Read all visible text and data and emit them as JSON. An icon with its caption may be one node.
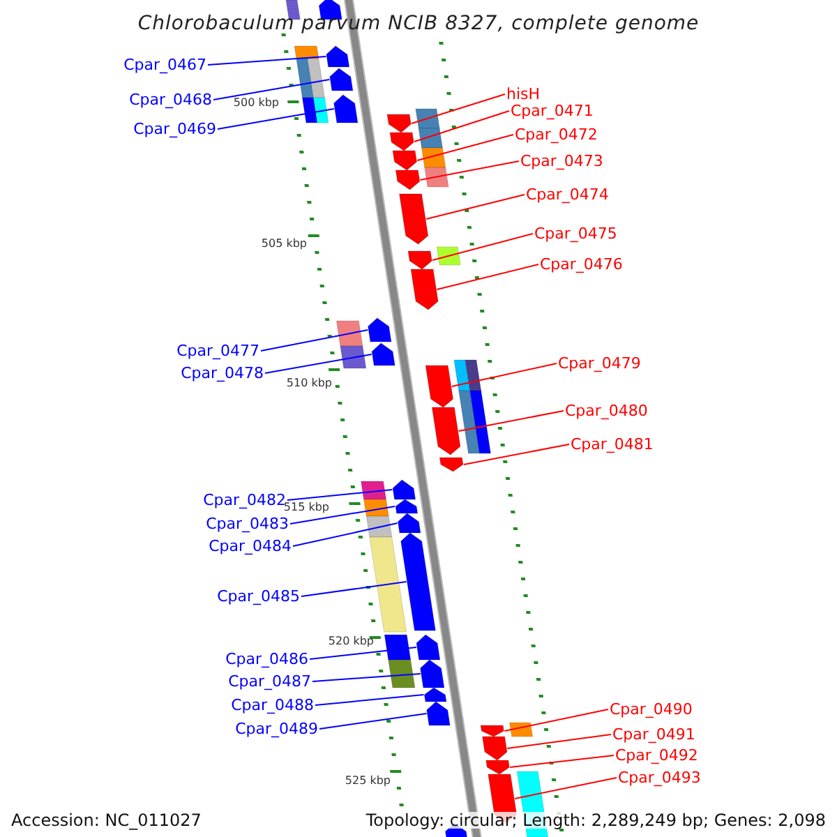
{
  "diagram": {
    "title": "Chlorobaculum parvum NCIB 8327, complete genome",
    "nodes": [
      {
        "text": [
          "Cpar_0467"
        ]
      },
      {
        "text": [
          "Cpar_0468"
        ]
      },
      {
        "text": [
          "Cpar_0469"
        ]
      },
      {
        "text": [
          "hisH"
        ]
      },
      {
        "text": [
          "Cpar_0471"
        ]
      },
      {
        "text": [
          "Cpar_0472"
        ]
      },
      {
        "text": [
          "Cpar_0473"
        ]
      },
      {
        "text": [
          "Cpar_0474"
        ]
      },
      {
        "text": [
          "Cpar_0475"
        ]
      },
      {
        "text": [
          "Cpar_0476"
        ]
      },
      {
        "text": [
          "Cpar_0477"
        ]
      },
      {
        "text": [
          "Cpar_0478"
        ]
      },
      {
        "text": [
          "Cpar_0479"
        ]
      },
      {
        "text": [
          "Cpar_0480"
        ]
      },
      {
        "text": [
          "Cpar_0481"
        ]
      },
      {
        "text": [
          "Cpar_0482"
        ]
      },
      {
        "text": [
          "Cpar_0483"
        ]
      },
      {
        "text": [
          "Cpar_0484"
        ]
      },
      {
        "text": [
          "Cpar_0485"
        ]
      },
      {
        "text": [
          "Cpar_0486"
        ]
      },
      {
        "text": [
          "Cpar_0487"
        ]
      },
      {
        "text": [
          "Cpar_0488"
        ]
      },
      {
        "text": [
          "Cpar_0489"
        ]
      },
      {
        "text": [
          "Cpar_0490"
        ]
      },
      {
        "text": [
          "Cpar_0491"
        ]
      },
      {
        "text": [
          "Cpar_0492"
        ]
      },
      {
        "text": [
          "Cpar_0493"
        ]
      },
      {
        "text": [],
        "shape": "pentagon"
      },
      {
        "text": [],
        "shape": "pentagon"
      },
      {
        "text": [],
        "shape": "pentagon"
      },
      {
        "text": [],
        "shape": "pentagon"
      },
      {
        "text": [],
        "shape": "pentagon"
      },
      {
        "text": [],
        "shape": "pentagon"
      },
      {
        "text": [],
        "shape": "pentagon"
      },
      {
        "text": [],
        "shape": "pentagon"
      },
      {
        "text": [],
        "shape": "pentagon"
      },
      {
        "text": [],
        "shape": "pentagon"
      },
      {
        "text": [],
        "shape": "pentagon"
      },
      {
        "text": [],
        "shape": "pentagon"
      },
      {
        "text": [],
        "shape": "pentagon"
      },
      {
        "text": [],
        "shape": "pentagon"
      },
      {
        "text": [],
        "shape": "pentagon"
      },
      {
        "text": [],
        "shape": "pentagon"
      },
      {
        "text": [],
        "shape": "pentagon"
      },
      {
        "text": [],
        "shape": "pentagon"
      },
      {
        "text": [],
        "shape": "pentagon"
      },
      {
        "text": [],
        "shape": "pentagon"
      },
      {
        "text": [],
        "shape": "pentagon"
      },
      {
        "text": [],
        "shape": "pentagon"
      },
      {
        "text": [],
        "shape": "pentagon"
      },
      {
        "text": [],
        "shape": "pentagon"
      },
      {
        "text": [],
        "shape": "pentagon"
      },
      {
        "text": [],
        "shape": "pentagon"
      },
      {
        "text": [],
        "shape": "pentagon"
      }
    ],
    "edges": [
      {
        "from": 0,
        "to": 27,
        "arrow": "none",
        "color": "#0000ff"
      },
      {
        "from": 1,
        "to": 28,
        "arrow": "none",
        "color": "#0000ff"
      },
      {
        "from": 2,
        "to": 29,
        "arrow": "none",
        "color": "#0000ff"
      },
      {
        "from": 3,
        "to": 30,
        "arrow": "none"
      },
      {
        "from": 4,
        "to": 31,
        "arrow": "none"
      },
      {
        "from": 5,
        "to": 32,
        "arrow": "none"
      },
      {
        "from": 6,
        "to": 33,
        "arrow": "none"
      },
      {
        "from": 7,
        "to": 34,
        "arrow": "none"
      },
      {
        "from": 8,
        "to": 35,
        "arrow": "none"
      },
      {
        "from": 9,
        "to": 36,
        "arrow": "none"
      },
      {
        "from": 10,
        "to": 37,
        "arrow": "none",
        "color": "#0000ff"
      },
      {
        "from": 11,
        "to": 38,
        "arrow": "none",
        "color": "#0000ff"
      },
      {
        "from": 12,
        "to": 39,
        "arrow": "none"
      },
      {
        "from": 13,
        "to": 40,
        "arrow": "none"
      },
      {
        "from": 14,
        "to": 41,
        "arrow": "none"
      },
      {
        "from": 15,
        "to": 42,
        "arrow": "none",
        "color": "#0000ff"
      },
      {
        "from": 16,
        "to": 43,
        "arrow": "none",
        "color": "#0000ff"
      },
      {
        "from": 17,
        "to": 44,
        "arrow": "none",
        "color": "#0000ff"
      },
      {
        "from": 18,
        "to": 45,
        "arrow": "none",
        "color": "#0000ff"
      },
      {
        "from": 19,
        "to": 46,
        "arrow": "none",
        "color": "#0000ff"
      },
      {
        "from": 20,
        "to": 47,
        "arrow": "none",
        "color": "#0000ff"
      },
      {
        "from": 21,
        "to": 48,
        "arrow": "none",
        "color": "#0000ff"
      },
      {
        "from": 22,
        "to": 49,
        "arrow": "none",
        "color": "#0000ff"
      },
      {
        "from": 23,
        "to": 50,
        "arrow": "none"
      },
      {
        "from": 24,
        "to": 51,
        "arrow": "none"
      },
      {
        "from": 25,
        "to": 52,
        "arrow": "none"
      },
      {
        "from": 26,
        "to": 53,
        "arrow": "none"
      }
    ],
    "labels": [
      "500 kbp",
      "505 kbp",
      "510 kbp",
      "515 kbp",
      "520 kbp",
      "525 kbp",
      "Accession: NC_011027",
      "Topology: circular; Length: 2,289,249 bp; Genes: 2,098"
    ]
  }
}
